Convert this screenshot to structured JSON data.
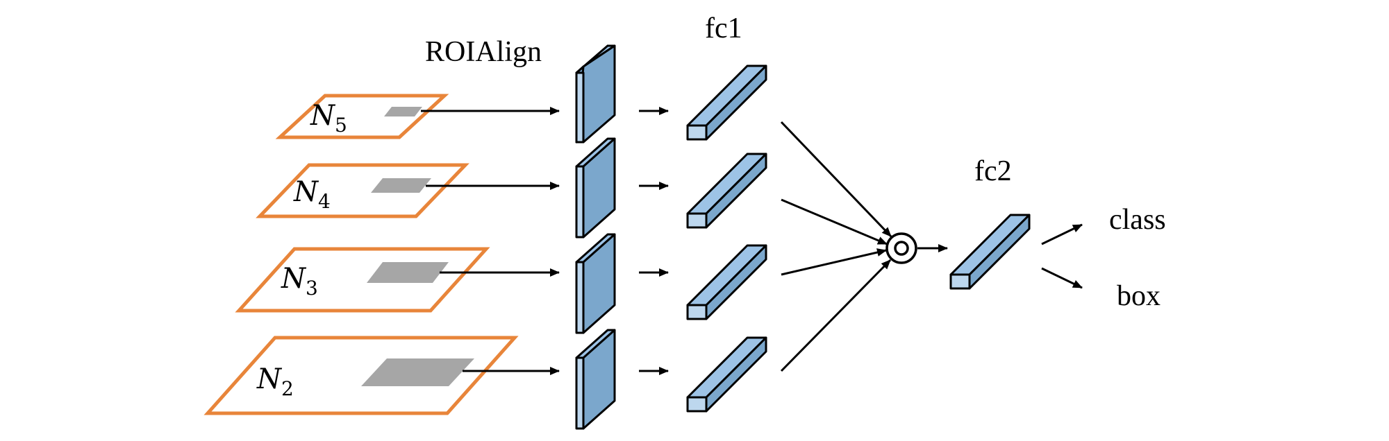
{
  "labels": {
    "roialign": "ROIAlign",
    "fc1": "fc1",
    "fc2": "fc2",
    "class": "class",
    "box": "box"
  },
  "levels": [
    {
      "letter": "N",
      "subscript": "5"
    },
    {
      "letter": "N",
      "subscript": "4"
    },
    {
      "letter": "N",
      "subscript": "3"
    },
    {
      "letter": "N",
      "subscript": "2"
    }
  ],
  "colors": {
    "feature_map_border": "#E8853A",
    "roi_fill": "#A6A6A6",
    "block_front": "#BDD7EE",
    "block_side": "#7BA7CC",
    "block_top": "#9DC3E6",
    "stroke": "#000000"
  },
  "icons": {
    "fuse": "circled-dot-icon",
    "arrow": "arrow-icon"
  }
}
